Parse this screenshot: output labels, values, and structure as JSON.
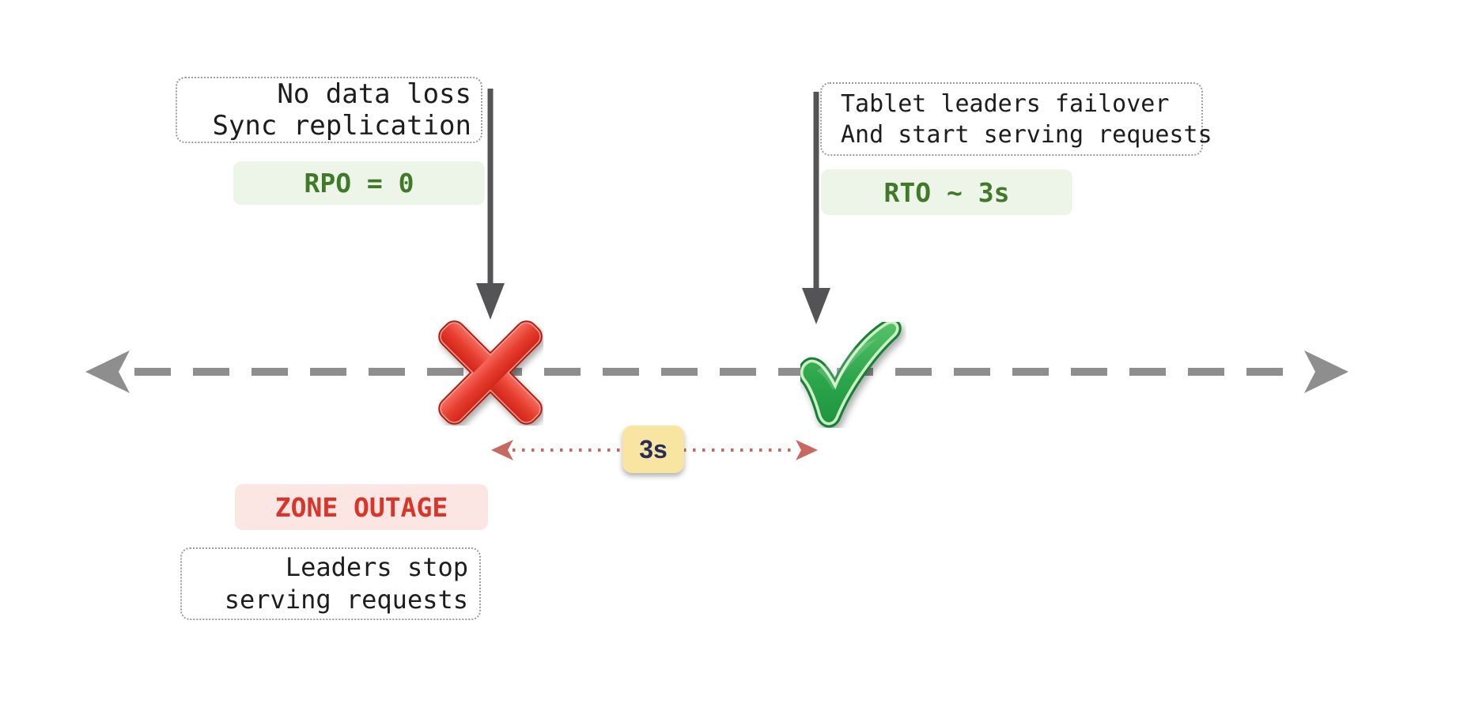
{
  "notes": {
    "rpo": {
      "line1": "No data loss",
      "line2": "Sync replication"
    },
    "rto": {
      "line1": "Tablet leaders failover",
      "line2": "And start serving requests"
    },
    "outage": {
      "line1": "Leaders stop",
      "line2": "serving requests"
    }
  },
  "badges": {
    "rpo": "RPO = 0",
    "rto": "RTO ~ 3s",
    "outage": "ZONE OUTAGE",
    "duration": "3s"
  },
  "icons": {
    "outage_marker": "cross-mark-icon",
    "recovery_marker": "check-mark-icon"
  },
  "colors": {
    "green-text": "#3e7a27",
    "green-bg": "#edf4e8",
    "red-text": "#d93528",
    "red-bg": "#fbe6e4",
    "yellow-bg": "#f8e5a1",
    "navy-text": "#2b2b57",
    "note-text": "#1d1d1d",
    "note-border": "#9b9b9b",
    "timeline-gray": "#8e8e8e",
    "arrow-dark": "#545456",
    "dotted-red": "#c96860",
    "cross-red": "#da2c1e",
    "check-green": "#2da64c"
  }
}
